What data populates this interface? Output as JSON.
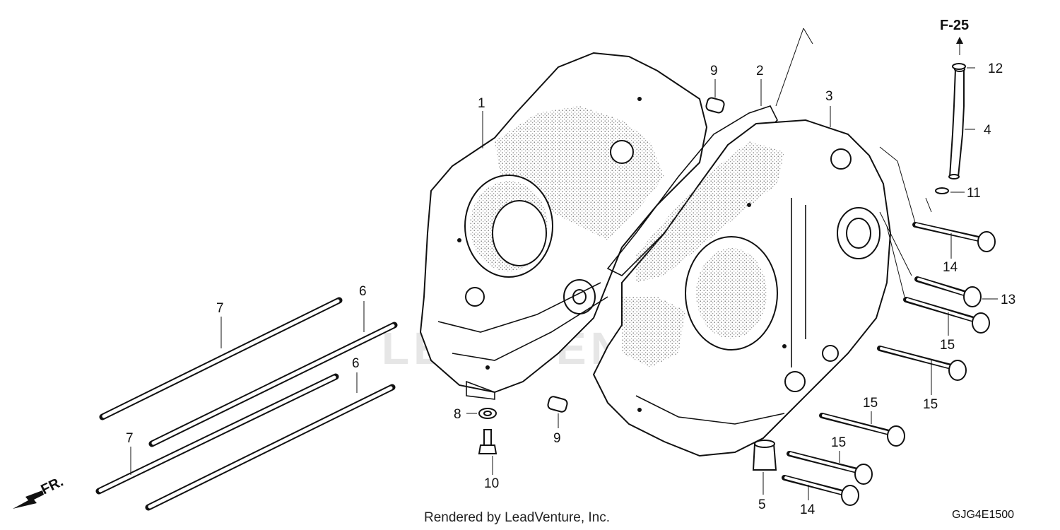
{
  "diagram": {
    "reference": "F-25",
    "direction_label": "FR.",
    "credit": "Rendered by LeadVenture, Inc.",
    "drawing_code": "GJG4E1500",
    "watermark": "LEADVENTURE",
    "callouts": [
      "1",
      "2",
      "3",
      "4",
      "5",
      "6",
      "6",
      "7",
      "7",
      "8",
      "9",
      "9",
      "10",
      "11",
      "12",
      "13",
      "14",
      "14",
      "15",
      "15",
      "15",
      "15"
    ]
  }
}
